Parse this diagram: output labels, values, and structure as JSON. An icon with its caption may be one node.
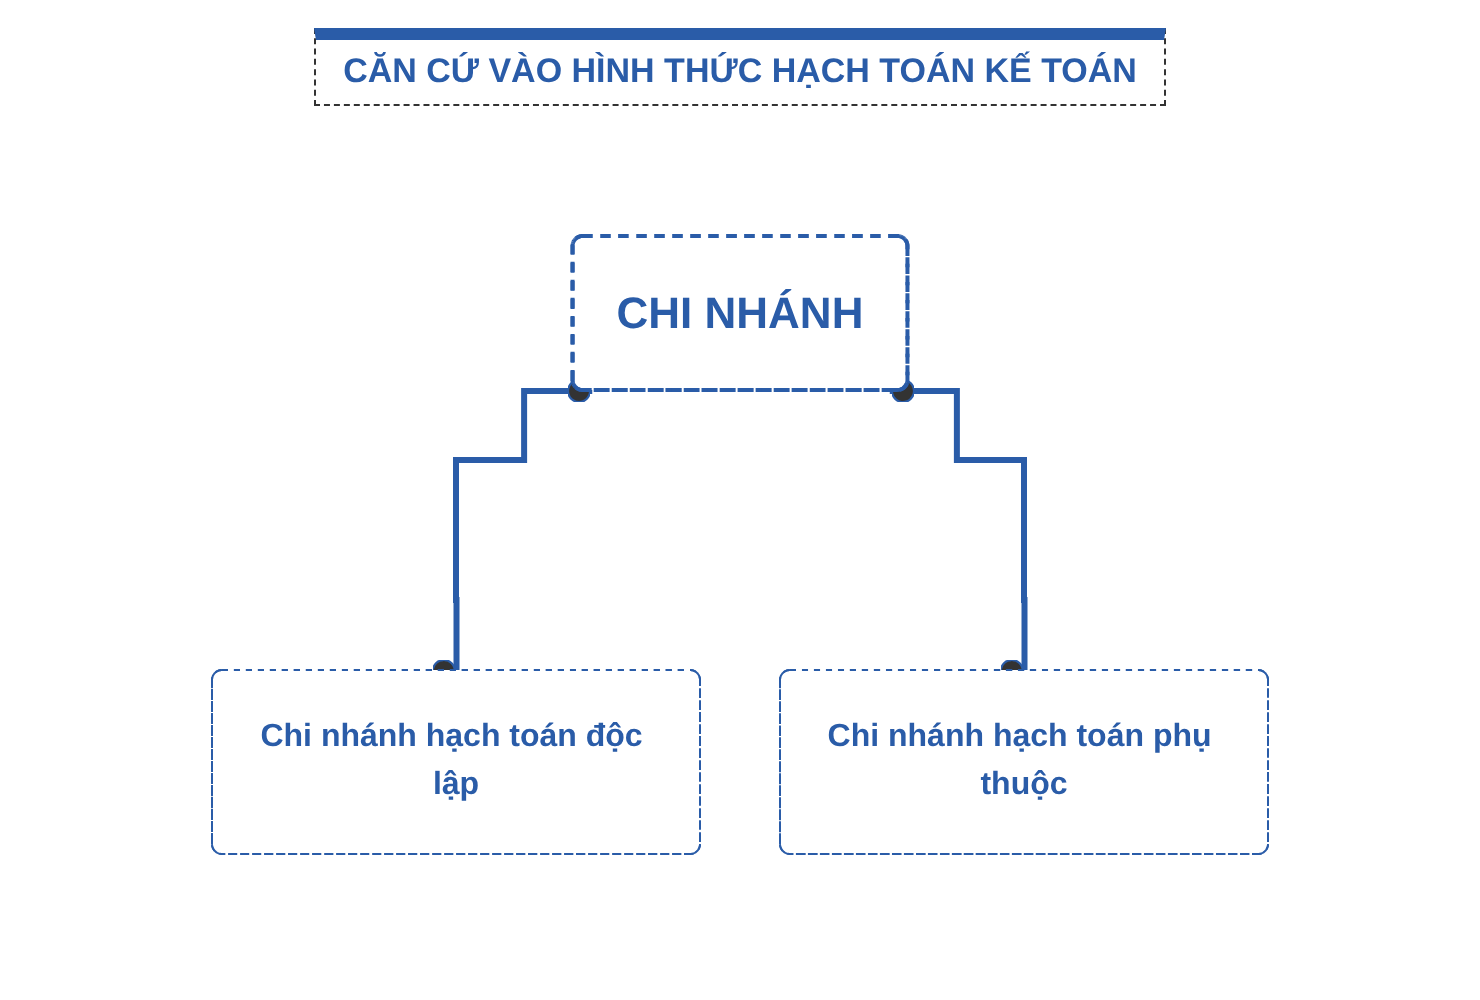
{
  "diagram": {
    "title": "CĂN CỨ VÀO HÌNH THỨC HẠCH TOÁN KẾ TOÁN",
    "nodes": [
      {
        "text": [
          "CHI NHÁNH"
        ]
      },
      {
        "text": [
          "Chi nhánh hạch toán độc lập"
        ]
      },
      {
        "text": [
          "Chi nhánh hạch toán phụ thuộc"
        ]
      }
    ],
    "edges": [
      {
        "from": 0,
        "to": 1,
        "arrow": "other"
      },
      {
        "from": 0,
        "to": 2,
        "arrow": "other"
      }
    ]
  }
}
